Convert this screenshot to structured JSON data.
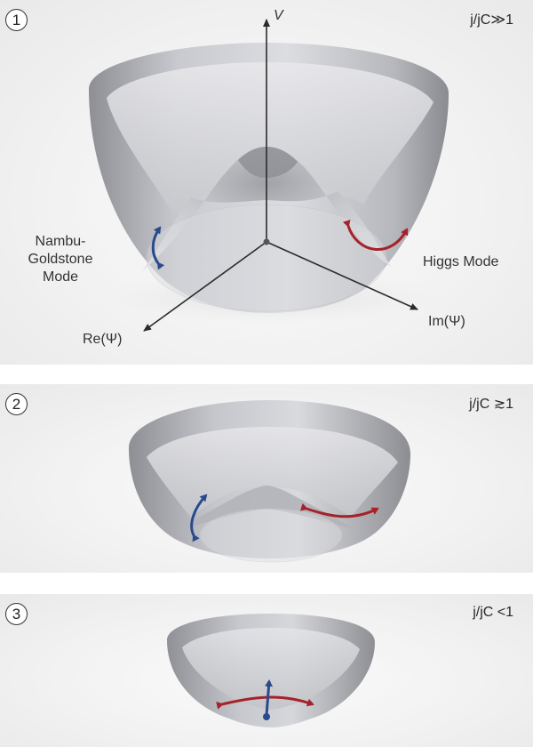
{
  "panels": [
    {
      "badge": "1",
      "ratio": "j/jC≫1"
    },
    {
      "badge": "2",
      "ratio": "j/jC ≳1"
    },
    {
      "badge": "3",
      "ratio": "j/jC <1"
    }
  ],
  "labels": {
    "v_axis": "V",
    "re_axis": "Re(Ψ)",
    "im_axis": "Im(Ψ)",
    "goldstone_line1": "Nambu-",
    "goldstone_line2": "Goldstone",
    "goldstone_line3": "Mode",
    "higgs": "Higgs Mode"
  },
  "colors": {
    "goldstone_arrow": "#2a4a8c",
    "higgs_arrow": "#a5222a",
    "surface": "#b8b9be",
    "axis": "#2b2b2b"
  }
}
